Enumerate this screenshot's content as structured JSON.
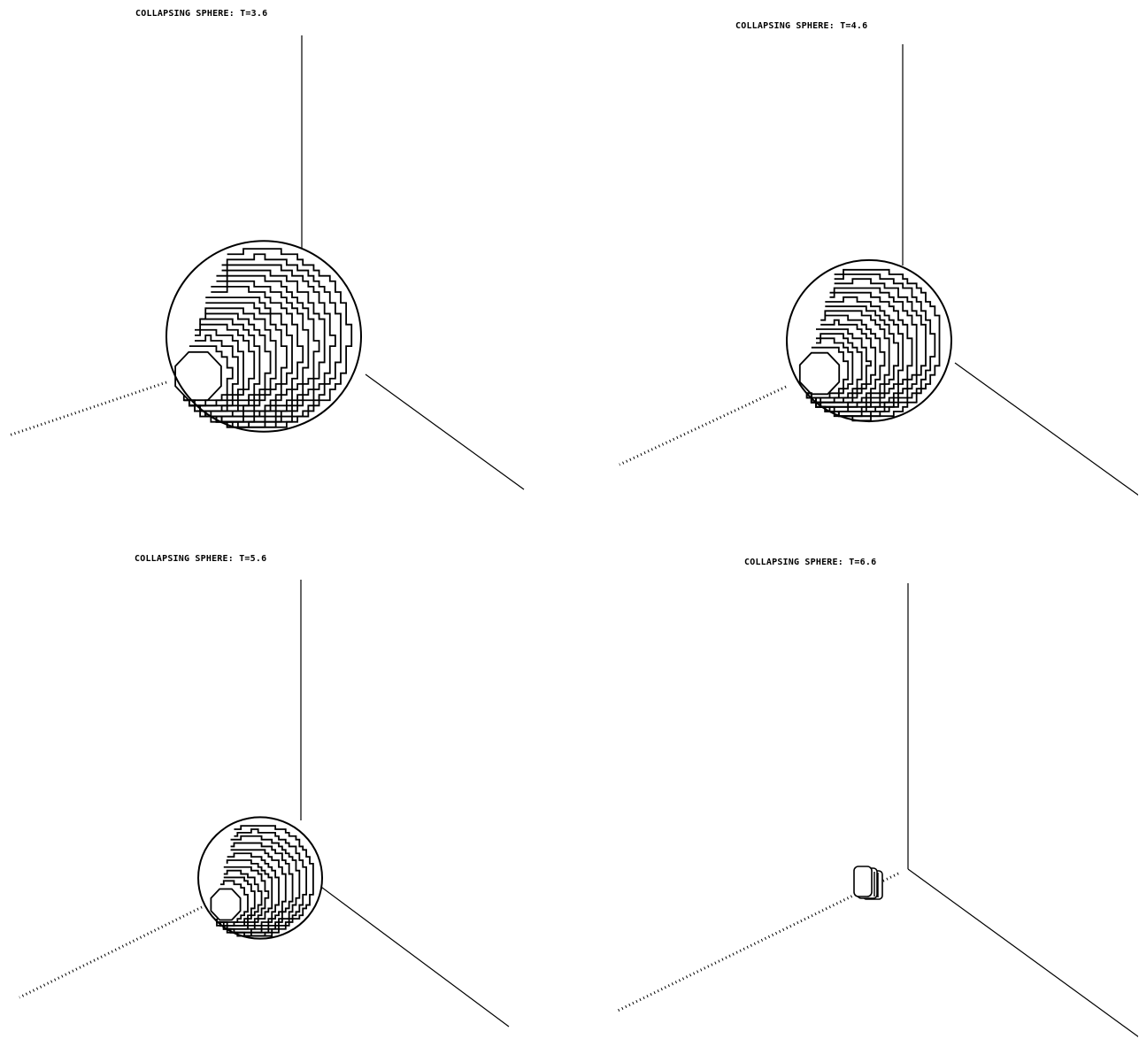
{
  "figure": {
    "panels": [
      {
        "title": "COLLAPSING SPHERE: T=3.6"
      },
      {
        "title": "COLLAPSING SPHERE: T=4.6"
      },
      {
        "title": "COLLAPSING SPHERE: T=5.6"
      },
      {
        "title": "COLLAPSING SPHERE: T=6.6"
      }
    ],
    "colors": {
      "ink": "#000000",
      "background": "#ffffff"
    }
  }
}
